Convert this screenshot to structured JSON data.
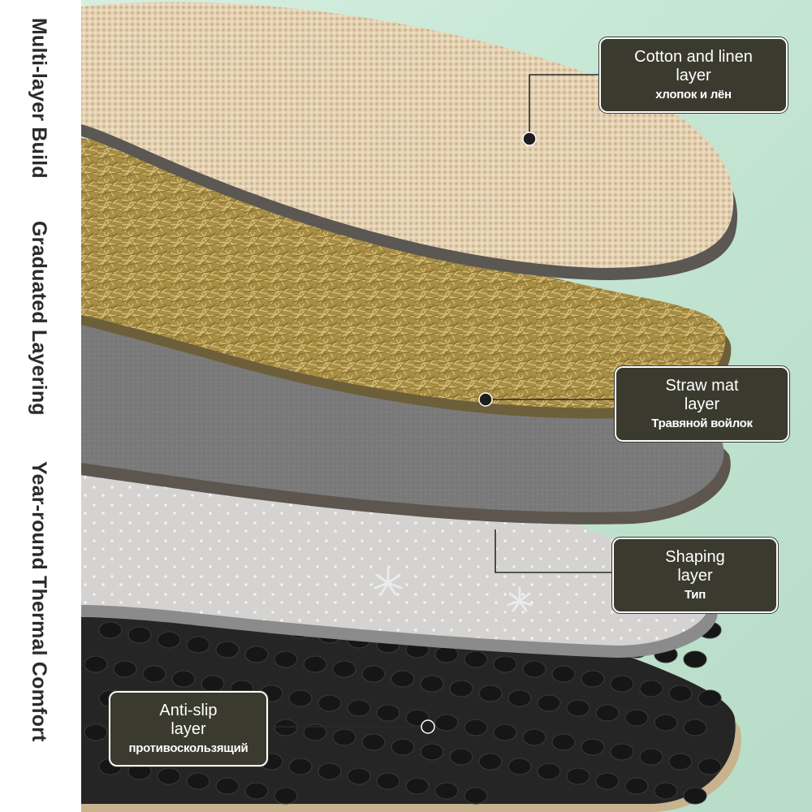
{
  "sidebar": {
    "headline_1": "Multi-layer Build",
    "headline_2": "Graduated Layering",
    "headline_3": "Year-round Thermal Comfort"
  },
  "callouts": {
    "cotton": {
      "en": "Cotton and linen layer",
      "ru": "хлопок и лён"
    },
    "straw": {
      "en": "Straw mat layer",
      "ru": "Травяной войлок"
    },
    "shaping": {
      "en": "Shaping layer",
      "ru": "Тип"
    },
    "antislip": {
      "en": "Anti-slip layer",
      "ru": "противоскользящий"
    }
  },
  "colors": {
    "background": "#c9e6d6",
    "callout_bg": "#3a3a2f",
    "linen": "#e3cfb0",
    "straw": "#b49a52",
    "felt": "#7b7b7b",
    "shaping": "#d6d6d4",
    "rubber": "#232323"
  }
}
